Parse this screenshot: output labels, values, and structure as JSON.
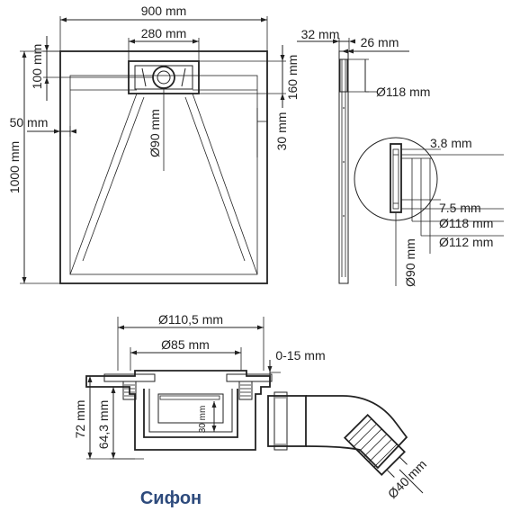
{
  "tray": {
    "width": "900 mm",
    "drain_box_width": "280 mm",
    "drain_top_offset": "100 mm",
    "side_margin": "50 mm",
    "height": "1000 mm",
    "drain_diameter": "Ø90 mm",
    "drain_box_height": "160 mm",
    "edge_offset": "30 mm"
  },
  "profile": {
    "depth_total": "32 mm",
    "depth_inner": "26 mm",
    "outlet_diameter": "Ø118 mm"
  },
  "detail": {
    "thickness": "3.8 mm",
    "step": "7.5 mm",
    "outer_diameter": "Ø118 mm",
    "inner_diameter": "Ø112 mm",
    "drain_diameter": "Ø90 mm"
  },
  "siphon": {
    "outer_diameter": "Ø110,5 mm",
    "inner_diameter": "Ø85 mm",
    "adjust_range": "0-15 mm",
    "height_total": "72 mm",
    "height_body": "64,3 mm",
    "water_seal": "30 mm",
    "pipe_diameter": "Ø40 mm",
    "caption": "Сифон"
  }
}
